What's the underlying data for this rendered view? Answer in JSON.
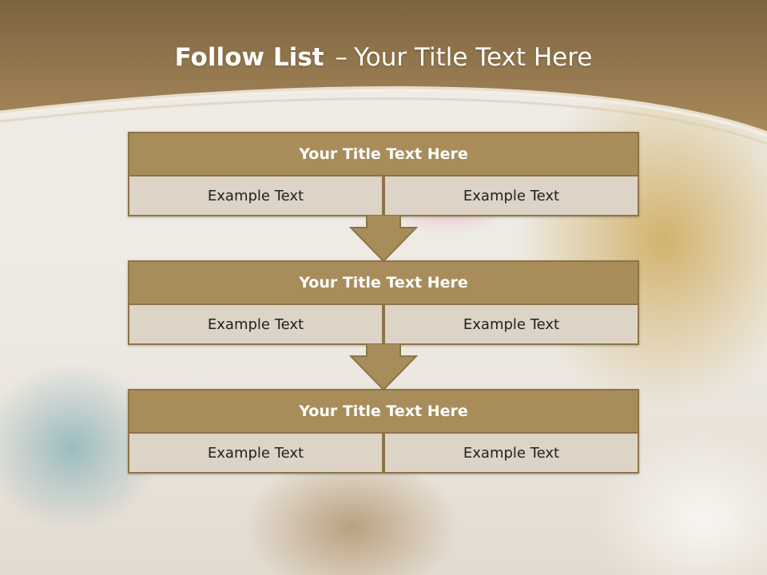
{
  "slide": {
    "title_bold": "Follow List",
    "title_separator": "–",
    "title_rest": "Your Title Text Here",
    "colors": {
      "header_brown": "#8a6f46",
      "block_header": "#a88d5b",
      "block_cell": "#ddd3c6",
      "border": "#8d7447"
    }
  },
  "blocks": [
    {
      "title": "Your Title Text Here",
      "left": "Example Text",
      "right": "Example Text"
    },
    {
      "title": "Your Title Text Here",
      "left": "Example Text",
      "right": "Example Text"
    },
    {
      "title": "Your Title Text Here",
      "left": "Example Text",
      "right": "Example Text"
    }
  ],
  "connectors": [
    "down-arrow-icon",
    "down-arrow-icon"
  ]
}
